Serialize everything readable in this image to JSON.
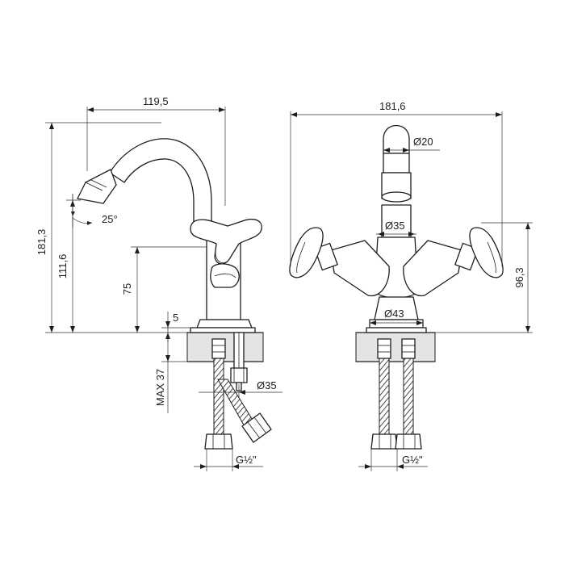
{
  "side_view": {
    "dims": {
      "spout_reach": "119,5",
      "total_height": "181,3",
      "spout_height": "111,6",
      "body_height": "75",
      "flange": "5",
      "max_counter": "MAX 37",
      "hole_diameter": "Ø35",
      "thread": "G½\"",
      "angle": "25°"
    }
  },
  "front_view": {
    "dims": {
      "overall_width": "181,6",
      "aerator_diameter": "Ø20",
      "neck_diameter": "Ø35",
      "base_diameter": "Ø43",
      "handle_height": "96,3",
      "thread": "G½\""
    }
  }
}
